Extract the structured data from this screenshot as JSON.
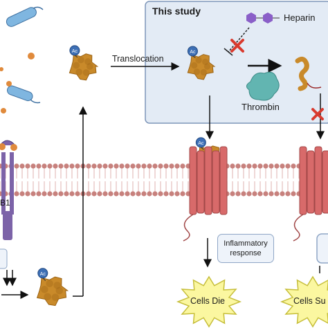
{
  "labels": {
    "study_title": "This study",
    "heparin": "Heparin",
    "translocation": "Translocation",
    "thrombin": "Thrombin",
    "inflammatory_response": "Inflammatory response",
    "cells_die": "Cells Die",
    "cells_survive_partial": "Cells Su",
    "hmgb1_fragment": "B1",
    "acetyl_tag": "Ac"
  },
  "colors": {
    "hmgb1": "#c98a2a",
    "hmgb1_dark": "#9a6214",
    "ac_badge": "#3d6fb5",
    "study_box_bg": "#e3ebf5",
    "study_box_border": "#7d95b8",
    "membrane_head": "#c7817d",
    "membrane_tail": "#e6c3c1",
    "receptor": "#d86a6a",
    "receptor_dark": "#a24848",
    "thrombin": "#62b5b1",
    "heparin": "#8a5fc8",
    "inhibit_x": "#d93a2e",
    "star_fill": "#fbf7a0",
    "star_stroke": "#c6be3a",
    "bacteria": "#7fb6e0",
    "dot": "#e08a3c"
  },
  "icons": [
    "hmgb1-protein-icon",
    "acetyl-badge-icon",
    "heparin-chain-icon",
    "thrombin-enzyme-icon",
    "inhibition-x-icon",
    "receptor-icon",
    "bacteria-icon",
    "cell-membrane",
    "burst-star-icon"
  ]
}
